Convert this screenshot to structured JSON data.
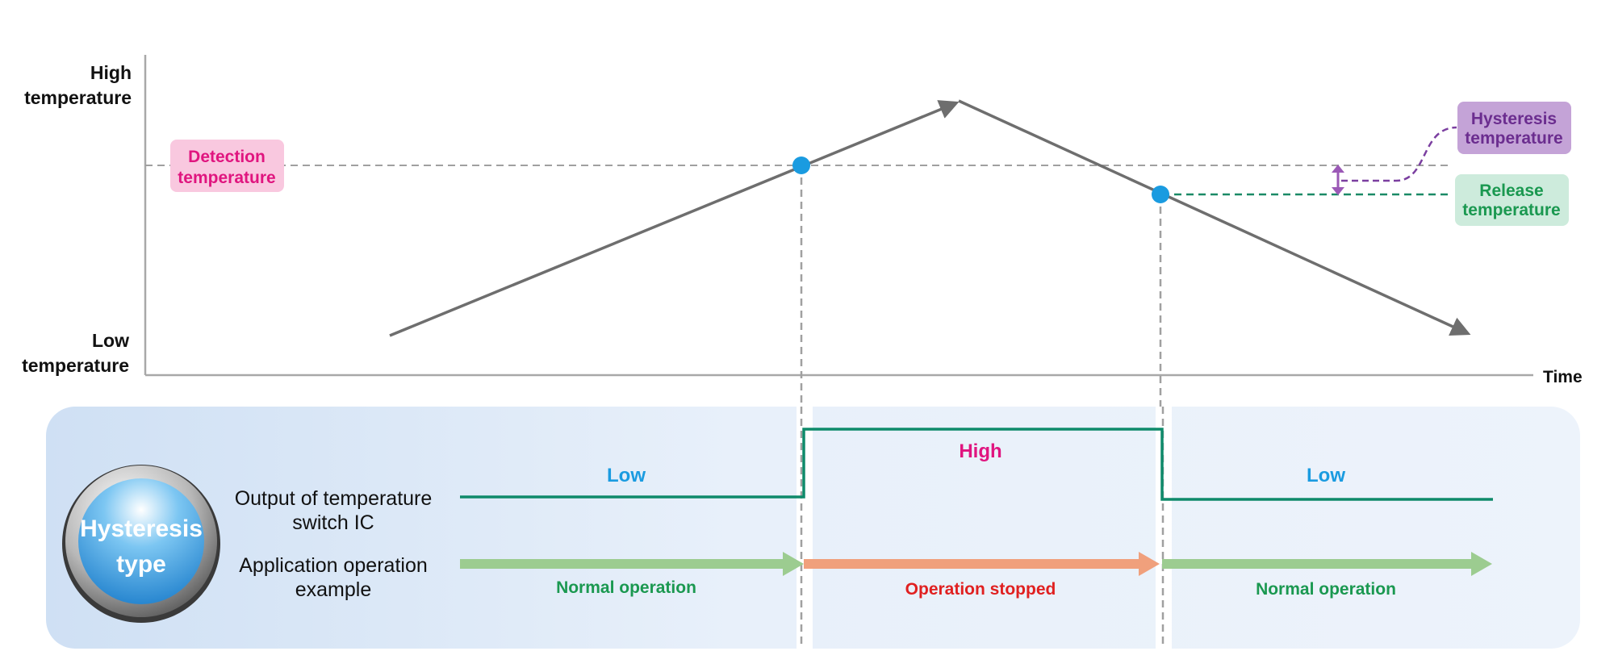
{
  "axis": {
    "y_high_line1": "High",
    "y_high_line2": "temperature",
    "y_low_line1": "Low",
    "y_low_line2": "temperature",
    "x_label": "Time"
  },
  "labels": {
    "detection_line1": "Detection",
    "detection_line2": "temperature",
    "hysteresis_line1": "Hysteresis",
    "hysteresis_line2": "temperature",
    "release_line1": "Release",
    "release_line2": "temperature"
  },
  "panel": {
    "badge_line1": "Hysteresis",
    "badge_line2": "type",
    "output_line1": "Output of temperature",
    "output_line2": "switch IC",
    "app_line1": "Application operation",
    "app_line2": "example",
    "state_low_1": "Low",
    "state_high": "High",
    "state_low_2": "Low",
    "op_normal_1": "Normal operation",
    "op_stopped": "Operation stopped",
    "op_normal_2": "Normal operation"
  },
  "colors": {
    "axis": "#a8a8a8",
    "temp_line": "#6e6e6e",
    "dashed": "#a0a0a0",
    "marker": "#1a9be0",
    "detection_text": "#e0157f",
    "detection_bg": "#f9c8df",
    "hysteresis_text": "#6b2d8f",
    "hysteresis_bg": "#c4a3d7",
    "release_text": "#1a9850",
    "release_bg": "#cdebdc",
    "signal": "#0e8a6a",
    "state_low": "#1a9be0",
    "state_high": "#e0157f",
    "arrow_normal": "#9ccc90",
    "arrow_stopped": "#f0a07c",
    "op_normal_text": "#1a9850",
    "op_stopped_text": "#e02020",
    "panel_bg": "#e4edf8"
  }
}
